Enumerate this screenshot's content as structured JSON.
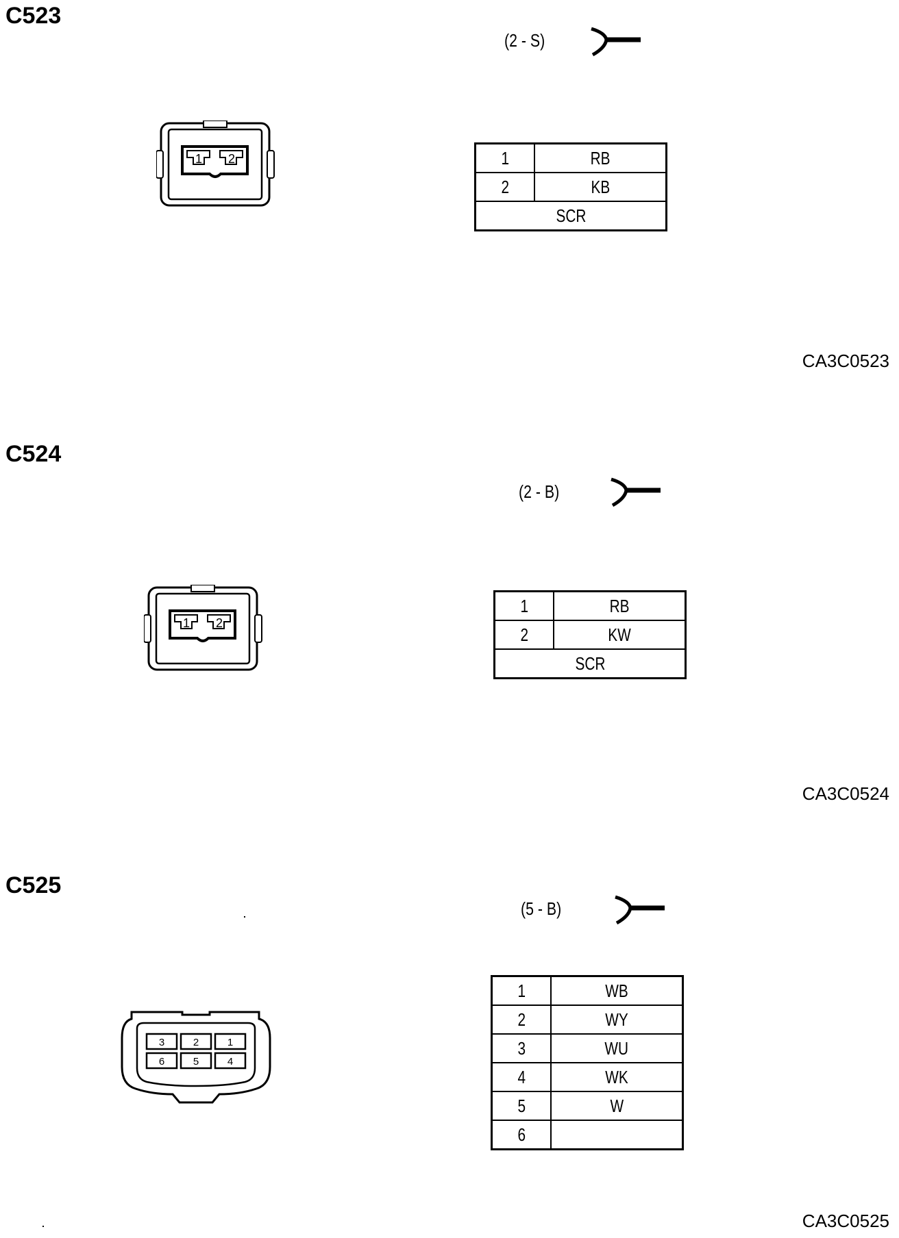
{
  "connectors": [
    {
      "id": "C523",
      "spec": "(2 - S)",
      "pins": [
        {
          "num": "1",
          "color": "RB"
        },
        {
          "num": "2",
          "color": "KB"
        }
      ],
      "footer": "SCR",
      "ref": "CA3C0523",
      "face_labels": [
        "1",
        "2"
      ]
    },
    {
      "id": "C524",
      "spec": "(2 - B)",
      "pins": [
        {
          "num": "1",
          "color": "RB"
        },
        {
          "num": "2",
          "color": "KW"
        }
      ],
      "footer": "SCR",
      "ref": "CA3C0524",
      "face_labels": [
        "1",
        "2"
      ]
    },
    {
      "id": "C525",
      "spec": "(5 - B)",
      "pins": [
        {
          "num": "1",
          "color": "WB"
        },
        {
          "num": "2",
          "color": "WY"
        },
        {
          "num": "3",
          "color": "WU"
        },
        {
          "num": "4",
          "color": "WK"
        },
        {
          "num": "5",
          "color": "W"
        },
        {
          "num": "6",
          "color": ""
        }
      ],
      "ref": "CA3C0525",
      "face_labels": [
        "3",
        "2",
        "1",
        "6",
        "5",
        "4"
      ]
    }
  ]
}
